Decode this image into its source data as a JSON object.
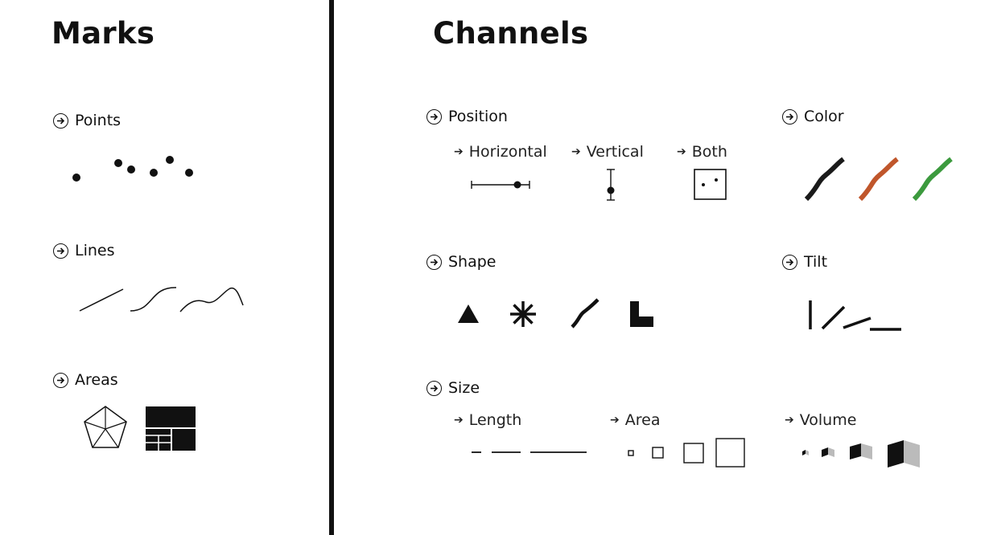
{
  "marks": {
    "title": "Marks",
    "points_label": "Points",
    "lines_label": "Lines",
    "areas_label": "Areas"
  },
  "channels": {
    "title": "Channels",
    "position": {
      "label": "Position",
      "horizontal": "Horizontal",
      "vertical": "Vertical",
      "both": "Both"
    },
    "color": {
      "label": "Color",
      "swatches": [
        "#1a1a1a",
        "#c0562b",
        "#3c9a3e"
      ]
    },
    "shape": {
      "label": "Shape"
    },
    "tilt": {
      "label": "Tilt"
    },
    "size": {
      "label": "Size",
      "length": "Length",
      "area": "Area",
      "volume": "Volume"
    }
  }
}
